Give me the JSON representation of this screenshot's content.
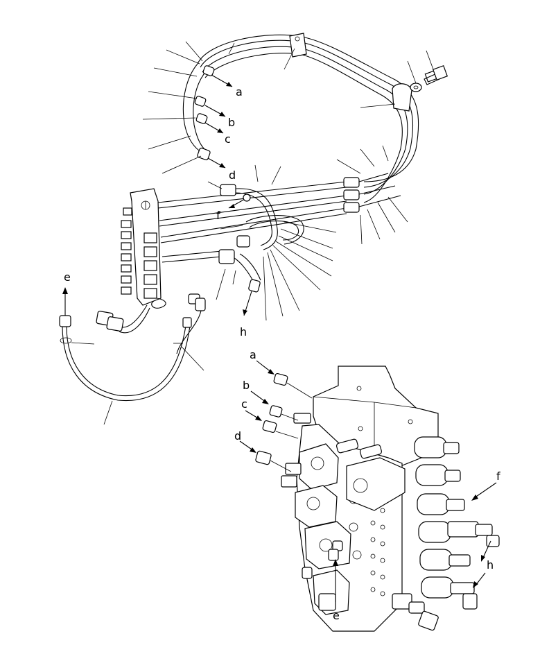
{
  "labels": {
    "a": "a",
    "b": "b",
    "c": "c",
    "d": "d",
    "e": "e",
    "f": "f",
    "h": "h"
  }
}
